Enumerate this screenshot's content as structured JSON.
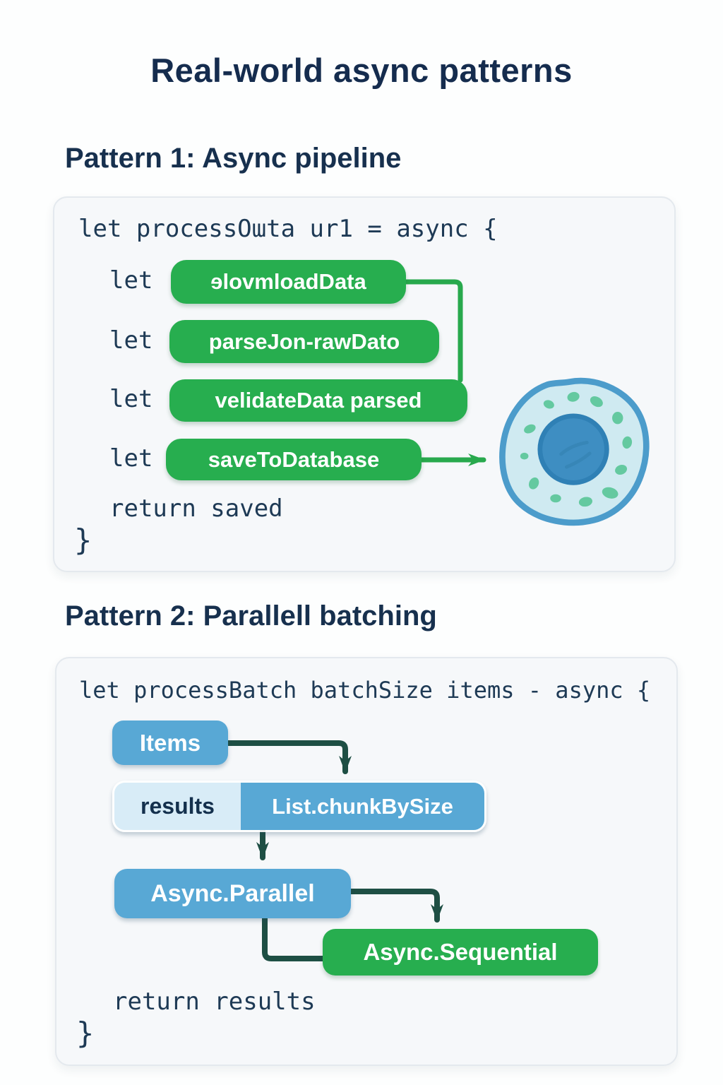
{
  "title": "Real-world async patterns",
  "colors": {
    "navy_text": "#17304e",
    "code_text": "#1e3a55",
    "green": "#27ae4f",
    "blue": "#58a8d5",
    "blue_light": "#d8ecf7",
    "arrow_dark_teal": "#1e4f44",
    "card_bg": "#f6f8fa",
    "card_border": "#e4e9ee",
    "cell_body": "#cfeaf1",
    "cell_border": "#4c9ccb",
    "cell_nucleus": "#3e8ec2",
    "cell_speckle": "#5bc79a"
  },
  "pattern1": {
    "heading": "Pattern 1: Async pipeline",
    "code_open": "let processOɯta ur1 = async {",
    "rows": [
      {
        "keyword": "let",
        "label": "ɘlovmloadData"
      },
      {
        "keyword": "let",
        "label": "parseJon-rawDato"
      },
      {
        "keyword": "let",
        "label": "velidateData parsed"
      },
      {
        "keyword": "let",
        "label": "saveToDatabase"
      }
    ],
    "return_line": "return saved",
    "close_brace": "}"
  },
  "pattern2": {
    "heading": "Pattern 2: Parallell batching",
    "code_open": "let processBatch batchSize items - async {",
    "nodes": {
      "items": "Items",
      "results": "results",
      "chunk": "List.chunkBySize",
      "parallel": "Async.Parallel",
      "sequential": "Async.Sequential"
    },
    "return_line": "return results",
    "close_brace": "}"
  }
}
